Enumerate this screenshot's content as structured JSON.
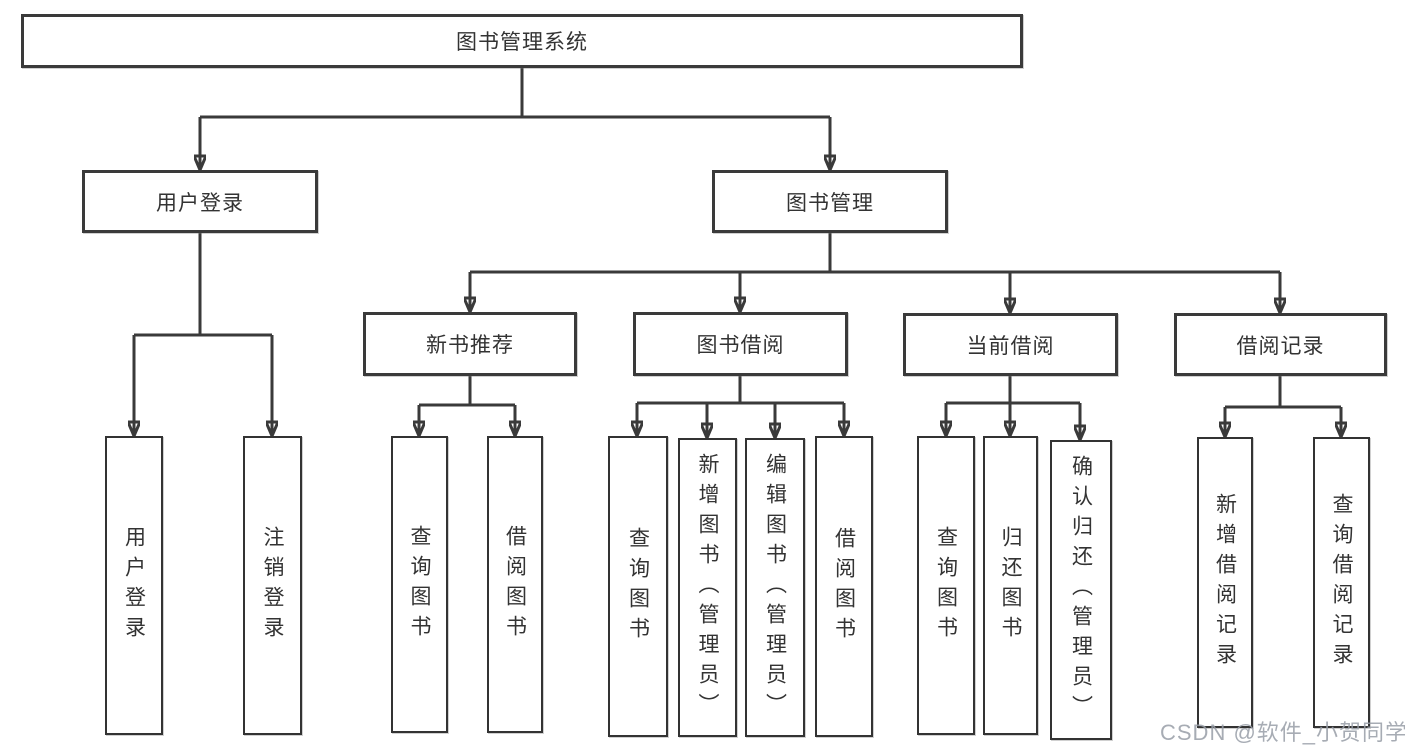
{
  "tree": {
    "root": "图书管理系统",
    "user_login": {
      "label": "用户登录",
      "children": [
        "用户登录",
        "注销登录"
      ]
    },
    "book_mgmt": {
      "label": "图书管理",
      "sections": [
        {
          "label": "新书推荐",
          "children": [
            "查询图书",
            "借阅图书"
          ]
        },
        {
          "label": "图书借阅",
          "children": [
            "查询图书",
            "新增图书（管理员）",
            "编辑图书（管理员）",
            "借阅图书"
          ]
        },
        {
          "label": "当前借阅",
          "children": [
            "查询图书",
            "归还图书",
            "确认归还（管理员）"
          ]
        },
        {
          "label": "借阅记录",
          "children": [
            "新增借阅记录",
            "查询借阅记录"
          ]
        }
      ]
    }
  },
  "watermark": "CSDN @软件_小贺同学",
  "colors": {
    "line": "#3a3a3a",
    "text": "#333333",
    "background": "#ffffff",
    "watermark": "#989da7"
  }
}
